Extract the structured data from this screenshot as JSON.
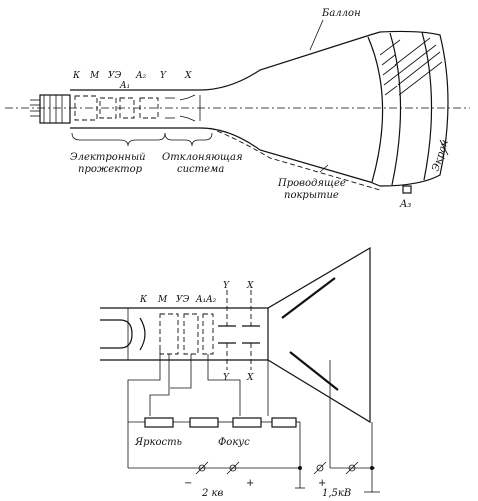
{
  "top_diagram": {
    "labels": {
      "balloon": "Баллон",
      "screen": "Экран",
      "k": "К",
      "m": "М",
      "ue": "УЭ",
      "a1": "A₁",
      "a2": "A₂",
      "y": "Y",
      "x": "X",
      "gun_line1": "Электронный",
      "gun_line2": "прожектор",
      "defl_line1": "Отклоняющая",
      "defl_line2": "система",
      "coat_line1": "Проводящее",
      "coat_line2": "покрытие",
      "a3": "A₃"
    }
  },
  "bottom_diagram": {
    "labels": {
      "k": "К",
      "m": "М",
      "ue": "УЭ",
      "a1a2": "A₁A₂",
      "y_top": "Y",
      "x_top": "X",
      "y_bot": "Y",
      "x_bot": "X",
      "brightness": "Яркость",
      "focus": "Фокус",
      "minus": "−",
      "plus": "+",
      "kv2": "2 кв",
      "plus2": "+",
      "kv15": "1,5кВ"
    }
  }
}
